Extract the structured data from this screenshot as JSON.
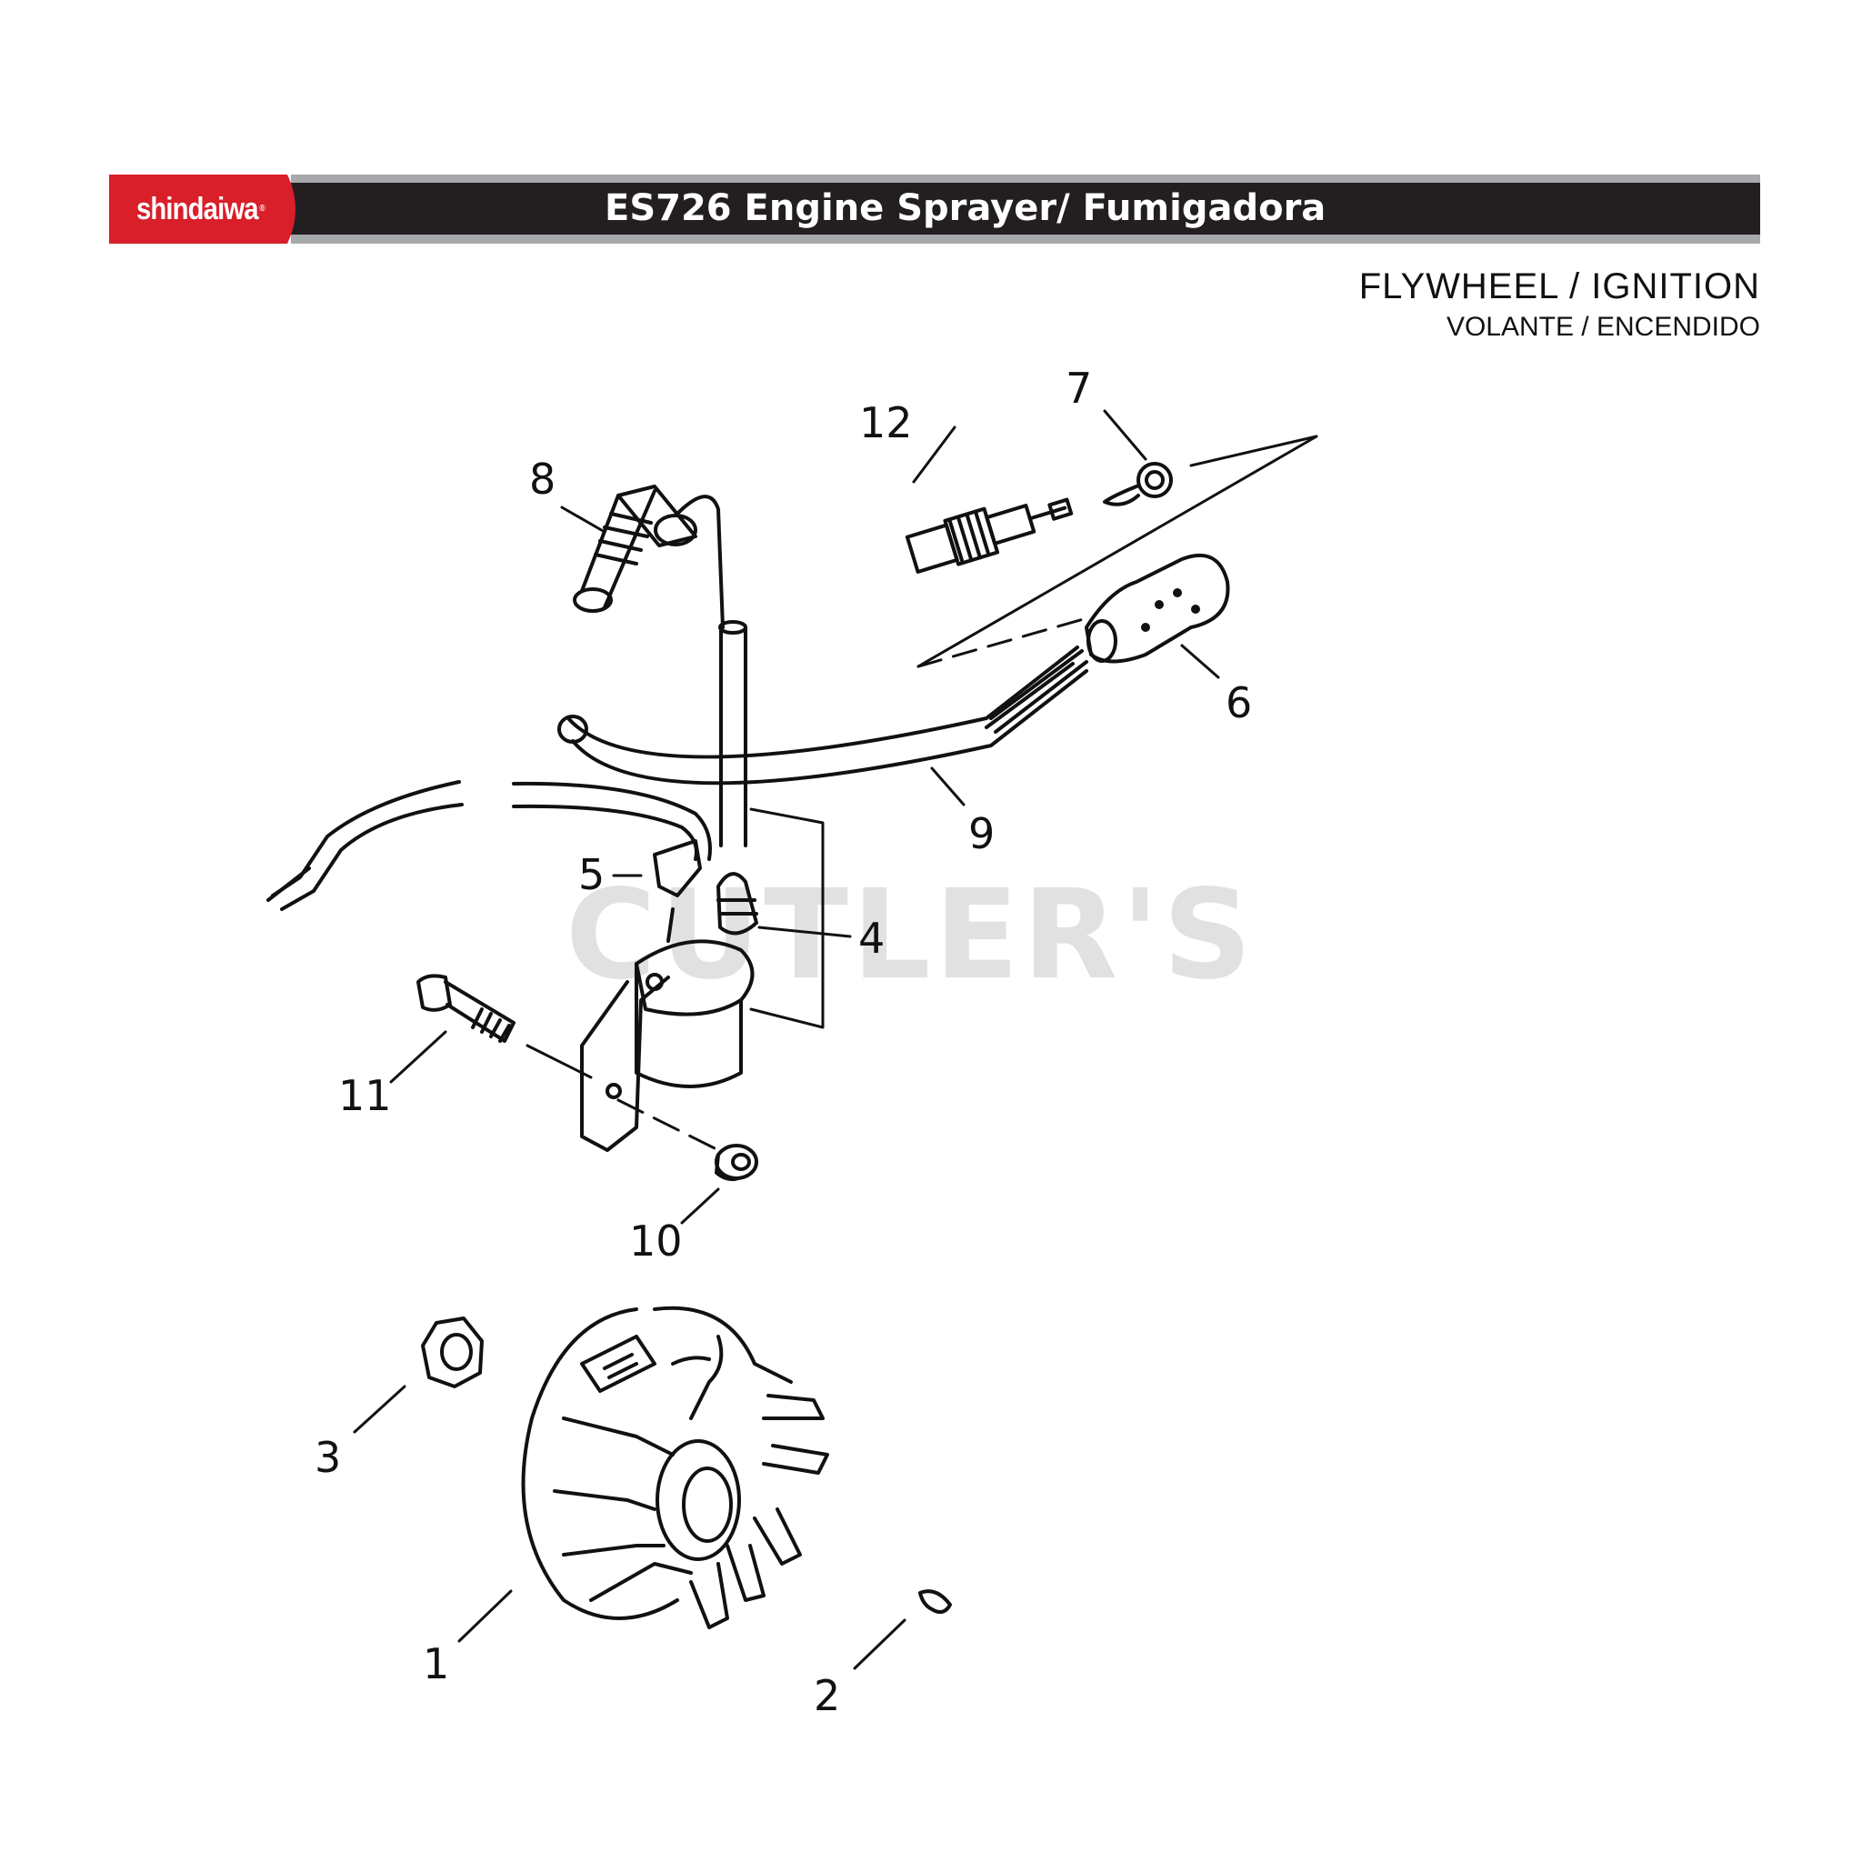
{
  "header": {
    "brand": "shindaiwa",
    "title": "ES726 Engine Sprayer/ Fumigadora",
    "brand_color": "#d81f2a",
    "bar_color": "#231f20"
  },
  "section": {
    "title_en": "FLYWHEEL / IGNITION",
    "title_es": "VOLANTE / ENCENDIDO"
  },
  "watermark": "CUTLER'S",
  "callouts": [
    "1",
    "2",
    "3",
    "4",
    "5",
    "6",
    "7",
    "8",
    "9",
    "10",
    "11",
    "12"
  ],
  "parts": [
    "flywheel",
    "flywheel-key",
    "flywheel-nut",
    "plug-boot-spring",
    "terminal-connector",
    "spark-plug-cap",
    "cap-spring",
    "insulation-tube",
    "ignition-coil-wire",
    "coil-spacer-collar",
    "coil-mounting-bolt",
    "spark-plug"
  ]
}
